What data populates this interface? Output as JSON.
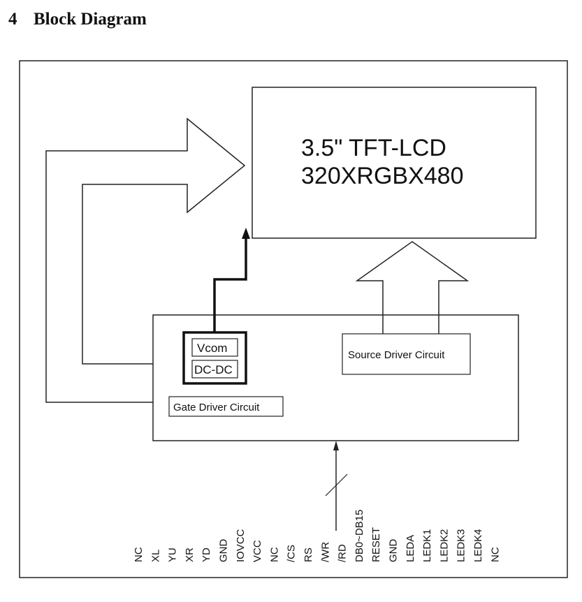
{
  "section": {
    "number": "4",
    "title": "Block Diagram"
  },
  "lcd": {
    "line1": "3.5\" TFT-LCD",
    "line2": "320XRGBX480"
  },
  "vcom_label": "Vcom",
  "dcdc_label": "DC-DC",
  "gate_driver_label": "Gate Driver Circuit",
  "source_driver_label": "Source Driver Circuit",
  "pins": [
    "NC",
    "XL",
    "YU",
    "XR",
    "YD",
    "GND",
    "IOVCC",
    "VCC",
    "NC",
    "/CS",
    "RS",
    "/WR",
    "/RD",
    "DB0~DB15",
    "RESET",
    "GND",
    "LEDA",
    "LEDK1",
    "LEDK2",
    "LEDK3",
    "LEDK4",
    "NC"
  ]
}
